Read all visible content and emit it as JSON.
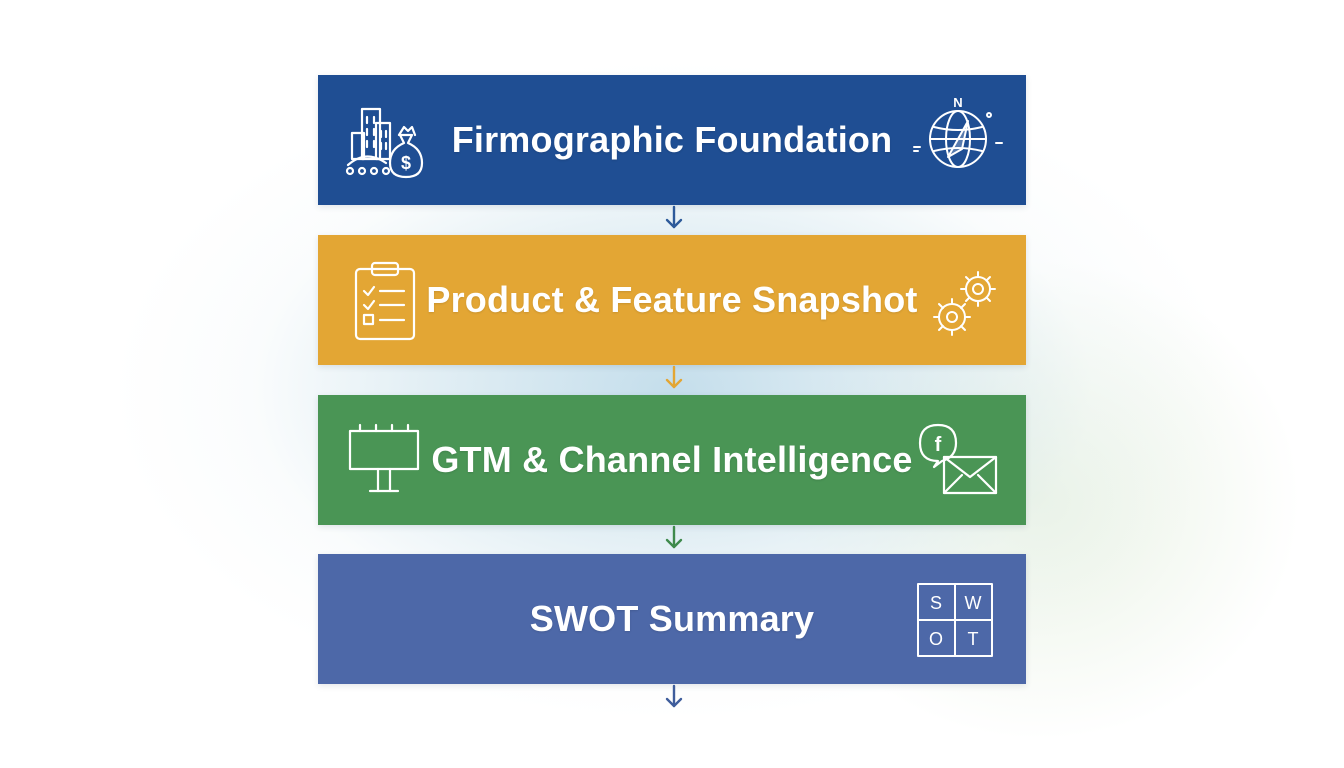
{
  "colors": {
    "stage_1": "#1f4e93",
    "stage_2": "#e3a634",
    "stage_3": "#4a9555",
    "stage_4": "#4d68a8",
    "icon_stroke": "#ffffff"
  },
  "stages": [
    {
      "title": "Firmographic Foundation",
      "left_icon": "buildings-money-bag-icon",
      "right_icon": "compass-globe-icon"
    },
    {
      "title": "Product & Feature Snapshot",
      "left_icon": "clipboard-checklist-icon",
      "right_icon": "gears-icon"
    },
    {
      "title": "GTM & Channel Intelligence",
      "left_icon": "billboard-icon",
      "right_icon": "social-email-icon"
    },
    {
      "title": "SWOT Summary",
      "right_icon": "swot-grid-icon"
    }
  ],
  "swot_grid": {
    "s": "S",
    "w": "W",
    "o": "O",
    "t": "T"
  },
  "compass": {
    "north": "N"
  },
  "social": {
    "letter": "f"
  },
  "money": {
    "symbol": "$"
  }
}
